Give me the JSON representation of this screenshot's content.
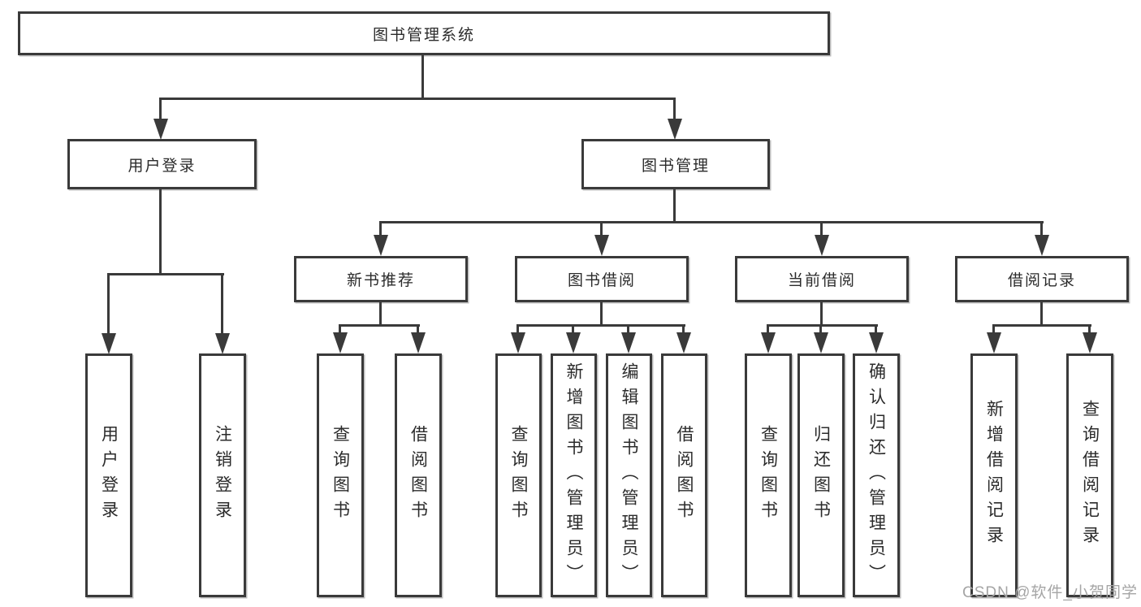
{
  "tree": {
    "root": {
      "label": "图书管理系统"
    },
    "branches": [
      {
        "label": "用户登录",
        "leaves": [
          "用户登录",
          "注销登录"
        ]
      },
      {
        "label": "图书管理",
        "modules": [
          {
            "label": "新书推荐",
            "leaves": [
              "查询图书",
              "借阅图书"
            ]
          },
          {
            "label": "图书借阅",
            "leaves": [
              "查询图书",
              "新增图书（管理员）",
              "编辑图书（管理员）",
              "借阅图书"
            ]
          },
          {
            "label": "当前借阅",
            "leaves": [
              "查询图书",
              "归还图书",
              "确认归还（管理员）"
            ]
          },
          {
            "label": "借阅记录",
            "leaves": [
              "新增借阅记录",
              "查询借阅记录"
            ]
          }
        ]
      }
    ]
  },
  "watermark": {
    "text": "CSDN @软件_小贺同学"
  },
  "colors": {
    "line": "#3a3a3a",
    "text": "#2b2b2b",
    "box_background": "#ffffff",
    "watermark": "#a5a5a5",
    "page_background": "#ffffff"
  }
}
